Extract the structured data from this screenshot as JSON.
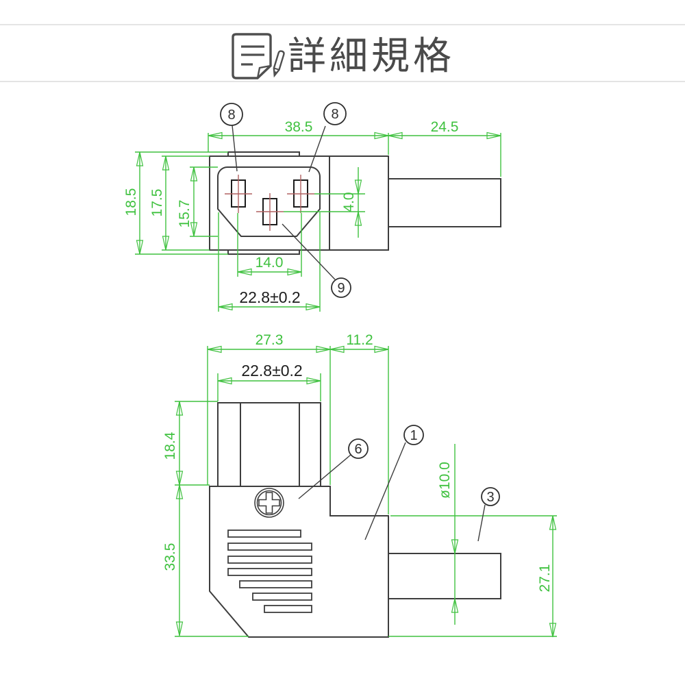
{
  "title": {
    "text": "詳細規格"
  },
  "colors": {
    "dimension_green": "#3fc13f",
    "outline_dark": "#3d3d3d",
    "pin_centerline_red": "#b06060"
  },
  "top_view": {
    "dim_overall_width": "38.5",
    "dim_cable_length": "24.5",
    "dim_height_overall": "18.5",
    "dim_height_body": "17.5",
    "dim_opening_height": "15.7",
    "dim_pin_vertical_offset": "4.0",
    "dim_pin_spacing": "14.0",
    "dim_opening_width": "22.8±0.2",
    "callout_pin_left": "8",
    "callout_pin_right": "8",
    "callout_pin_earth": "9"
  },
  "bottom_view": {
    "dim_body_width": "27.3",
    "dim_step_width": "11.2",
    "dim_shroud_width": "22.8±0.2",
    "dim_shroud_height": "18.4",
    "dim_body_height": "33.5",
    "dim_cable_diameter": "ø10.0",
    "dim_right_height": "27.1",
    "callout_screw": "6",
    "callout_body": "1",
    "callout_cable": "3"
  }
}
